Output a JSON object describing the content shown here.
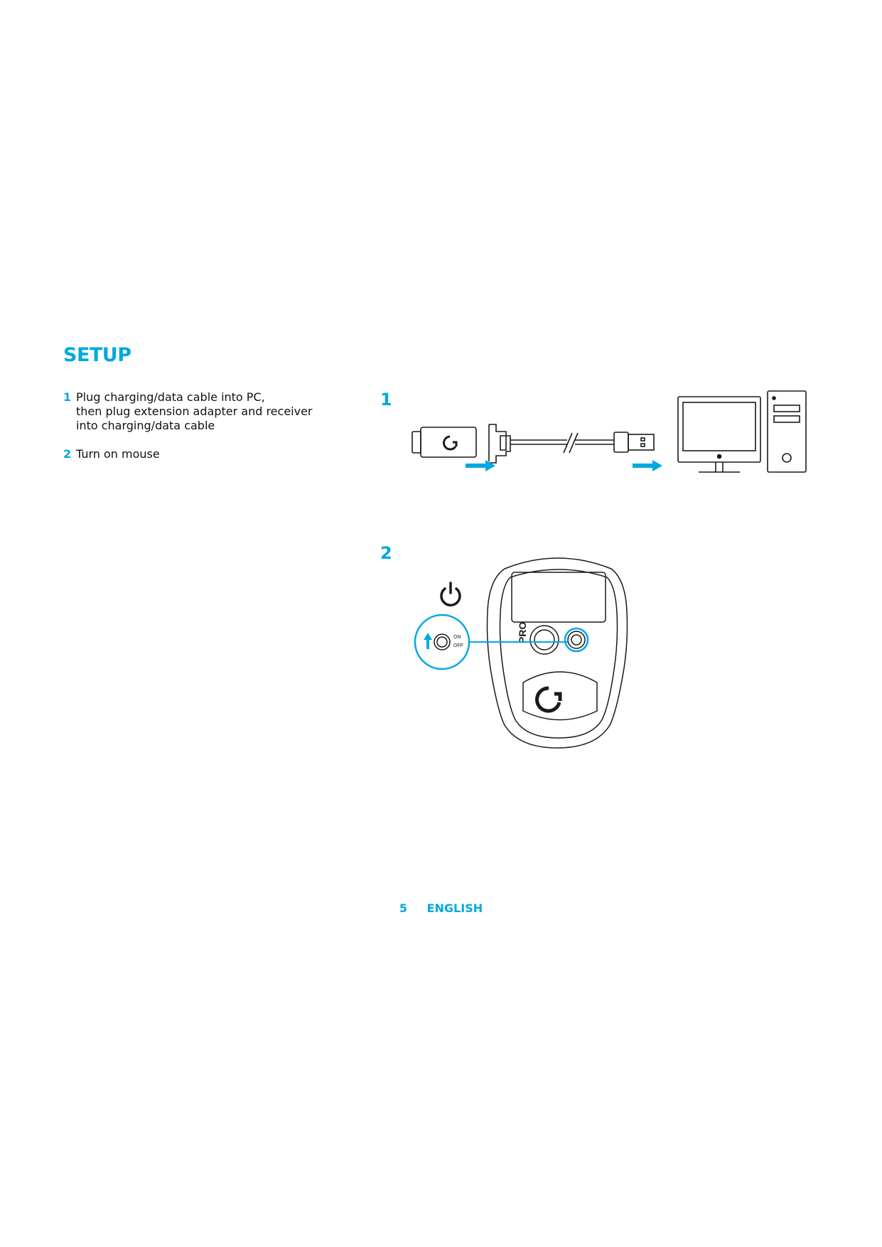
{
  "heading": "SETUP",
  "steps": [
    {
      "number": "1",
      "lines": [
        "Plug charging/data cable into PC,",
        "then plug extension adapter and receiver",
        "into charging/data cable"
      ]
    },
    {
      "number": "2",
      "lines": [
        "Turn on mouse"
      ]
    }
  ],
  "figures": [
    {
      "number": "1"
    },
    {
      "number": "2",
      "switch_labels": [
        "ON",
        "OFF"
      ],
      "mouse_logo_text": "PRO"
    }
  ],
  "footer": {
    "page_number": "5",
    "language": "ENGLISH"
  },
  "colors": {
    "accent": "#00a8e1",
    "line": "#1a1a1a"
  },
  "icons": [
    "receiver-icon",
    "usb-connector-icon",
    "monitor-icon",
    "pc-tower-icon",
    "power-icon",
    "mouse-icon",
    "arrow-right-icon"
  ]
}
